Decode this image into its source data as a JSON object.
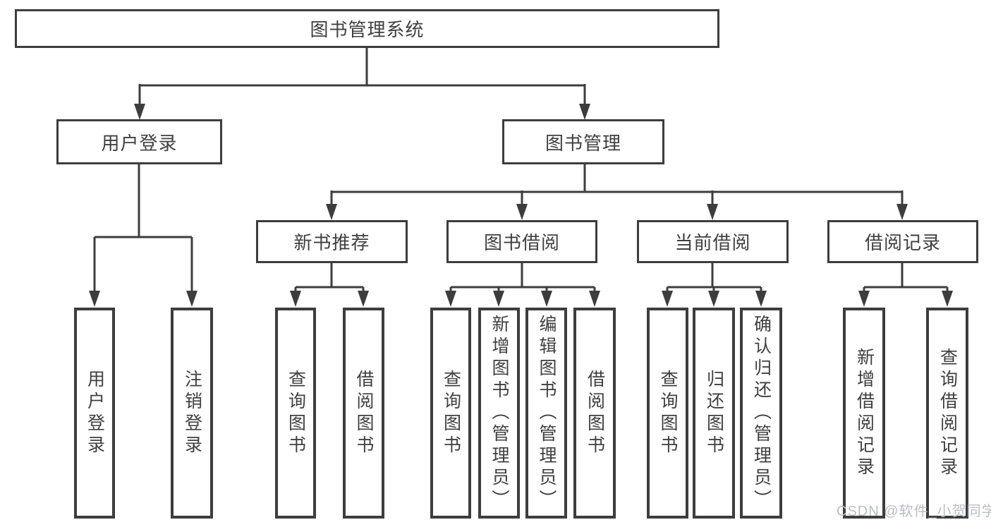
{
  "diagram": {
    "tree": {
      "root": {
        "label": "图书管理系统"
      },
      "branches": [
        {
          "label": "用户登录",
          "children": [
            {
              "label": "用户登录"
            },
            {
              "label": "注销登录"
            }
          ]
        },
        {
          "label": "图书管理",
          "children": [
            {
              "label": "新书推荐",
              "children": [
                {
                  "label": "查询图书"
                },
                {
                  "label": "借阅图书"
                }
              ]
            },
            {
              "label": "图书借阅",
              "children": [
                {
                  "label": "查询图书"
                },
                {
                  "label": "新增图书（管理员）"
                },
                {
                  "label": "编辑图书（管理员）"
                },
                {
                  "label": "借阅图书"
                }
              ]
            },
            {
              "label": "当前借阅",
              "children": [
                {
                  "label": "查询图书"
                },
                {
                  "label": "归还图书"
                },
                {
                  "label": "确认归还（管理员）"
                }
              ]
            },
            {
              "label": "借阅记录",
              "children": [
                {
                  "label": "新增借阅记录"
                },
                {
                  "label": "查询借阅记录"
                }
              ]
            }
          ]
        }
      ]
    }
  },
  "watermark": {
    "text": "CSDN @软件_小贺同学"
  },
  "colors": {
    "line": "#3d3d3d",
    "text": "#3f3f3f",
    "watermark": "#b9bec6",
    "background": "#ffffff"
  }
}
